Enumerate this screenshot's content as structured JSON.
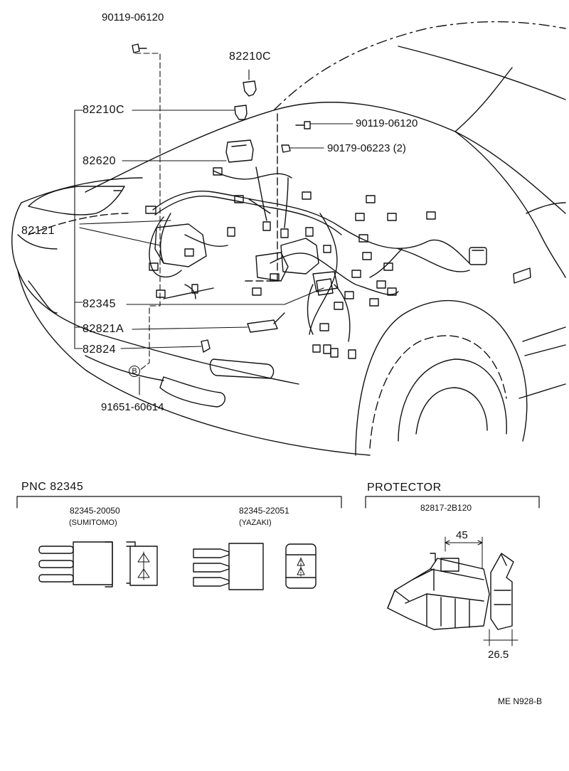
{
  "callouts": {
    "bolt_top": "90119-06120",
    "clip_top": "82210C",
    "clip_left": "82210C",
    "bolt_right": "90119-06120",
    "nut_right": "90179-06223 (2)",
    "relay_block": "82620",
    "harness": "82121",
    "relay": "82345",
    "bracket": "82821A",
    "clamp": "82824",
    "grommet": "91651-60614",
    "ref_mark": "B"
  },
  "pnc_section": {
    "title": "PNC  82345",
    "variant1": {
      "part": "82345-20050",
      "maker": "(SUMITOMO)"
    },
    "variant2": {
      "part": "82345-22051",
      "maker": "(YAZAKI)"
    }
  },
  "protector_section": {
    "title": "PROTECTOR",
    "part": "82817-2B120",
    "dim_width": "45",
    "dim_depth": "26.5"
  },
  "footer": {
    "code": "ME  N928-B"
  }
}
